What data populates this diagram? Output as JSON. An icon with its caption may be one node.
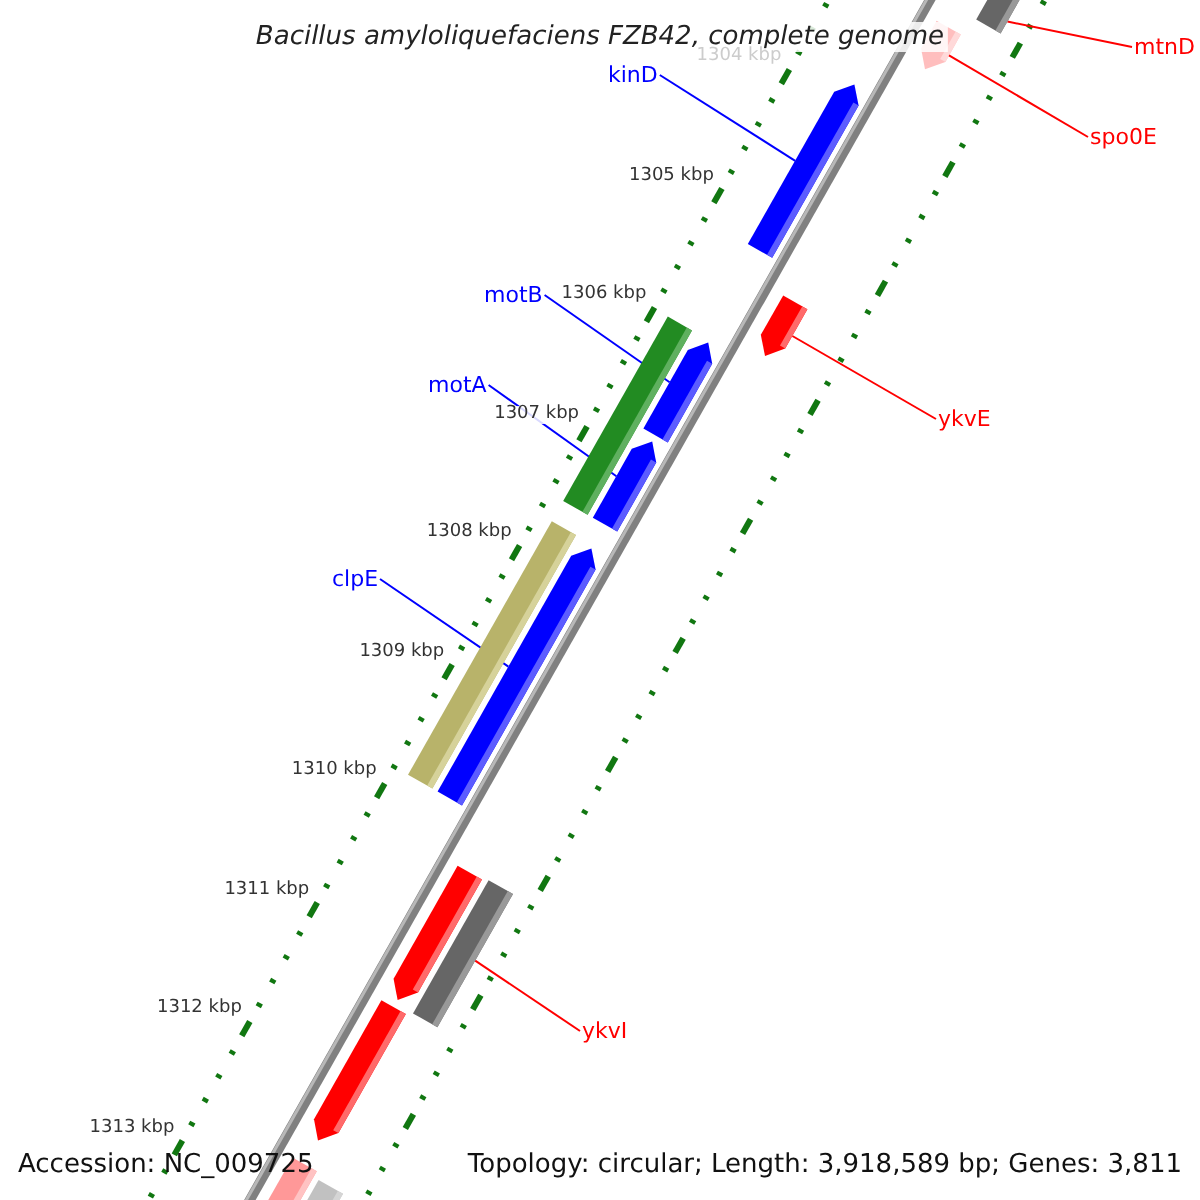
{
  "diagram": {
    "title": "Bacillus amyloliquefaciens FZB42, complete genome",
    "nodes": [
      {
        "text": [
          "kinD"
        ]
      },
      {
        "text": [
          "mtnD"
        ]
      },
      {
        "text": [],
        "shape": "bar"
      },
      {
        "text": [],
        "shape": "arrow"
      },
      {
        "text": [
          "spo0E"
        ]
      },
      {
        "text": [],
        "shape": "arrow"
      },
      {
        "text": [
          "motB"
        ]
      },
      {
        "text": [],
        "shape": "bar"
      },
      {
        "text": [],
        "shape": "arrow"
      },
      {
        "text": [],
        "shape": "arrow"
      },
      {
        "text": [
          "motA"
        ]
      },
      {
        "text": [],
        "shape": "arrow"
      },
      {
        "text": [
          "ykvE"
        ]
      },
      {
        "text": [],
        "shape": "bar"
      },
      {
        "text": [],
        "shape": "arrow"
      },
      {
        "text": [
          "clpE"
        ]
      },
      {
        "text": [],
        "shape": "arrow"
      },
      {
        "text": [],
        "shape": "bar"
      },
      {
        "text": [
          "ykvI"
        ]
      },
      {
        "text": [],
        "shape": "arrow"
      },
      {
        "text": [],
        "shape": "arrow"
      },
      {
        "text": [],
        "shape": "bar"
      }
    ],
    "edges": [
      {
        "from": 0,
        "to": 5,
        "arrow": "none"
      },
      {
        "from": 1,
        "to": 2,
        "arrow": "none",
        "color": "#ff0000"
      },
      {
        "from": 4,
        "to": 3,
        "arrow": "none",
        "color": "#ff0000"
      },
      {
        "from": 6,
        "to": 8,
        "arrow": "none"
      },
      {
        "from": 10,
        "to": 11,
        "arrow": "none"
      },
      {
        "from": 12,
        "to": 9,
        "arrow": "none",
        "color": "#ff0000"
      },
      {
        "from": 15,
        "to": 14,
        "arrow": "none"
      },
      {
        "from": 18,
        "to": 17,
        "arrow": "none",
        "color": "#ff0000"
      }
    ],
    "labels": [
      "1304 kbp",
      "1305 kbp",
      "1306 kbp",
      "1307 kbp",
      "1308 kbp",
      "1309 kbp",
      "1310 kbp",
      "1311 kbp",
      "1312 kbp",
      "1313 kbp",
      "Accession: NC_009725",
      "Topology: circular; Length: 3,918,589 bp; Genes: 3,811"
    ]
  }
}
